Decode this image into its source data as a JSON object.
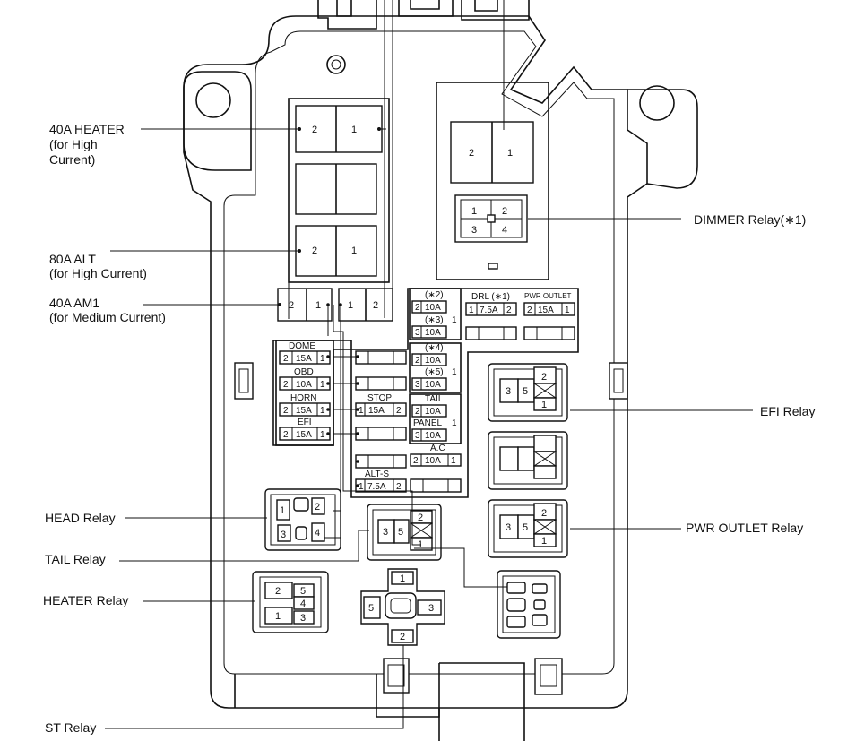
{
  "labels": {
    "heater40": "40A HEATER",
    "heater40_sub1": "(for High",
    "heater40_sub2": "Current)",
    "alt80": "80A ALT",
    "alt80_sub": "(for High Current)",
    "am1": "40A AM1",
    "am1_sub": "(for Medium Current)",
    "dimmer": "DIMMER Relay(∗1)",
    "efi_relay": "EFI Relay",
    "pwr_outlet_relay": "PWR OUTLET Relay",
    "head_relay": "HEAD Relay",
    "tail_relay": "TAIL Relay",
    "heater_relay": "HEATER Relay",
    "st_relay": "ST Relay"
  },
  "fuses": {
    "dome": "DOME",
    "obd": "OBD",
    "horn": "HORN",
    "efi": "EFI",
    "stop": "STOP",
    "tail": "TAIL",
    "panel": "PANEL",
    "ac": "A.C",
    "alts": "ALT-S",
    "drl": "DRL (∗1)",
    "pwr_outlet": "PWR OUTLET",
    "note2": "(∗2)",
    "note3": "(∗3)",
    "note4": "(∗4)",
    "note5": "(∗5)",
    "a15": "15A",
    "a10": "10A",
    "a75": "7.5A"
  },
  "pins": {
    "p1": "1",
    "p2": "2",
    "p3": "3",
    "p4": "4",
    "p5": "5"
  }
}
